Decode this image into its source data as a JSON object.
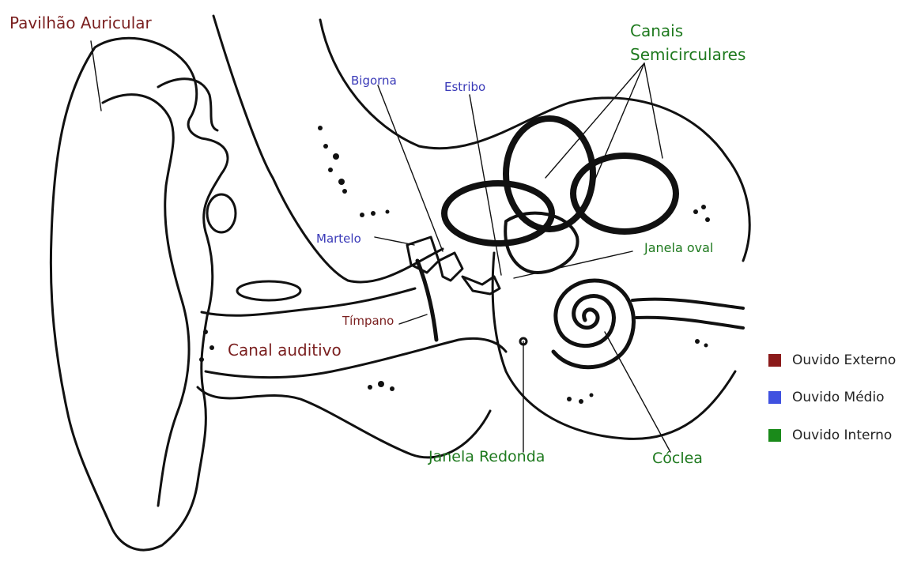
{
  "labels": {
    "pavilhao": "Pavilhão Auricular",
    "canais_line1": "Canais",
    "canais_line2": "Semicirculares",
    "bigorna": "Bigorna",
    "estribo": "Estribo",
    "martelo": "Martelo",
    "janela_oval": "Janela oval",
    "timpano": "Tímpano",
    "canal_auditivo": "Canal auditivo",
    "janela_redonda": "Janela Redonda",
    "coclea": "Cóclea"
  },
  "legend": [
    {
      "label": "Ouvido Externo",
      "color": "#8b1a1a"
    },
    {
      "label": "Ouvido Médio",
      "color": "#3f51e0"
    },
    {
      "label": "Ouvido Interno",
      "color": "#1a8a1a"
    }
  ],
  "colors": {
    "externo": "#7a1f1f",
    "medio": "#3a3ab8",
    "interno": "#1f7a1f",
    "ink": "#111111"
  }
}
